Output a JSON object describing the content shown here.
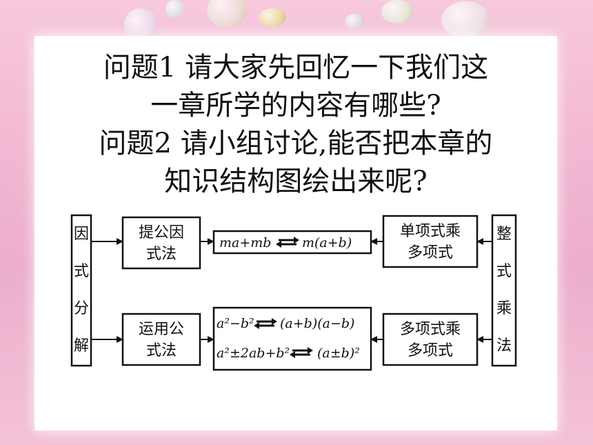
{
  "questions": [
    {
      "line1": "问题1  请大家先回忆一下我们这",
      "line2": "一章所学的内容有哪些?"
    },
    {
      "line1": "问题2  请小组讨论,能否把本章的",
      "line2": "知识结构图绘出来呢?"
    }
  ],
  "diagram": {
    "left_column": [
      "因",
      "式",
      "分",
      "解"
    ],
    "right_column": [
      "整",
      "式",
      "乘",
      "法"
    ],
    "boxes": {
      "common_factor": [
        "提公因",
        "式法"
      ],
      "formula_method": [
        "运用公",
        "式法"
      ],
      "mono_poly": [
        "单项式乘",
        "多项式"
      ],
      "poly_poly": [
        "多项式乘",
        "多项式"
      ]
    },
    "formulas": {
      "f1_left": "ma+mb",
      "f1_right": "m(a+b)",
      "f2_left": "a²−b²",
      "f2_right": "(a+b)(a−b)",
      "f3_left": "a²±2ab+b²",
      "f3_right": "(a±b)²"
    }
  },
  "colors": {
    "background": "#f3b9d3",
    "panel": "#ffffff",
    "stroke": "#111111"
  }
}
